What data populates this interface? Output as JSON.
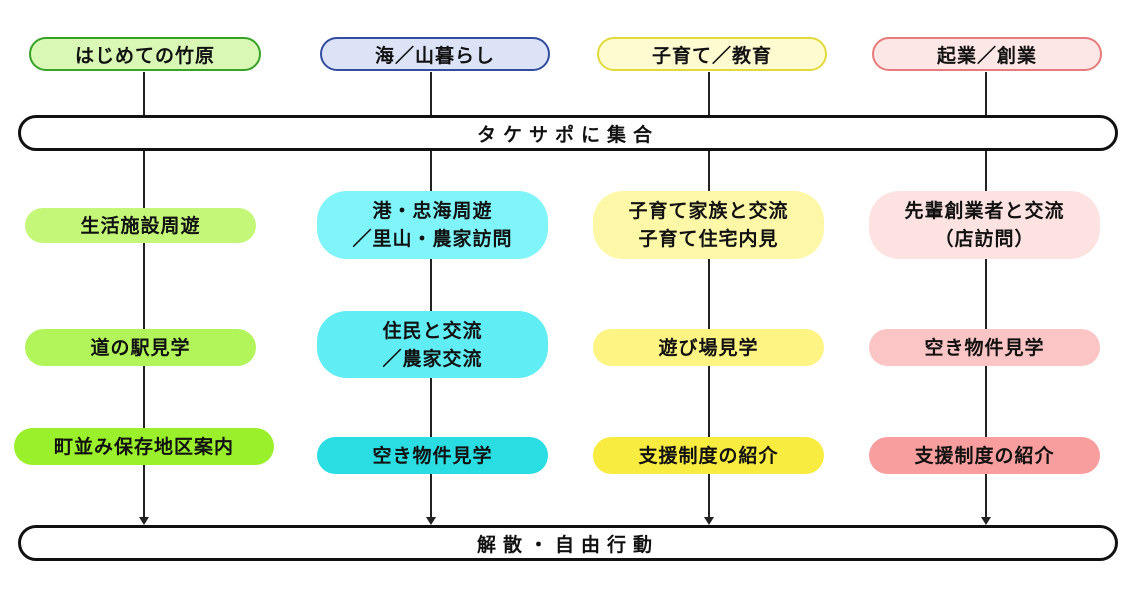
{
  "colors": {
    "green_header_bg": "#d9f7b5",
    "green_header_border": "#37a326",
    "blue_header_bg": "#dce3f7",
    "blue_header_border": "#334d9e",
    "yellow_header_bg": "#fffbd0",
    "yellow_header_border": "#e3d93c",
    "pink_header_bg": "#fde6e6",
    "pink_header_border": "#e67b7b"
  },
  "columns": [
    {
      "title": "はじめての竹原",
      "steps": [
        {
          "lines": [
            "生活施設周遊"
          ]
        },
        {
          "lines": [
            "道の駅見学"
          ]
        },
        {
          "lines": [
            "町並み保存地区案内"
          ]
        }
      ]
    },
    {
      "title": "海／山暮らし",
      "steps": [
        {
          "lines": [
            "港・忠海周遊",
            "／里山・農家訪問"
          ]
        },
        {
          "lines": [
            "住民と交流",
            "／農家交流"
          ]
        },
        {
          "lines": [
            "空き物件見学"
          ]
        }
      ]
    },
    {
      "title": "子育て／教育",
      "steps": [
        {
          "lines": [
            "子育て家族と交流",
            "子育て住宅内見"
          ]
        },
        {
          "lines": [
            "遊び場見学"
          ]
        },
        {
          "lines": [
            "支援制度の紹介"
          ]
        }
      ]
    },
    {
      "title": "起業／創業",
      "steps": [
        {
          "lines": [
            "先輩創業者と交流",
            "（店訪問）"
          ]
        },
        {
          "lines": [
            "空き物件見学"
          ]
        },
        {
          "lines": [
            "支援制度の紹介"
          ]
        }
      ]
    }
  ],
  "meeting_point": "タケサポに集合",
  "end_point": "解散・自由行動"
}
